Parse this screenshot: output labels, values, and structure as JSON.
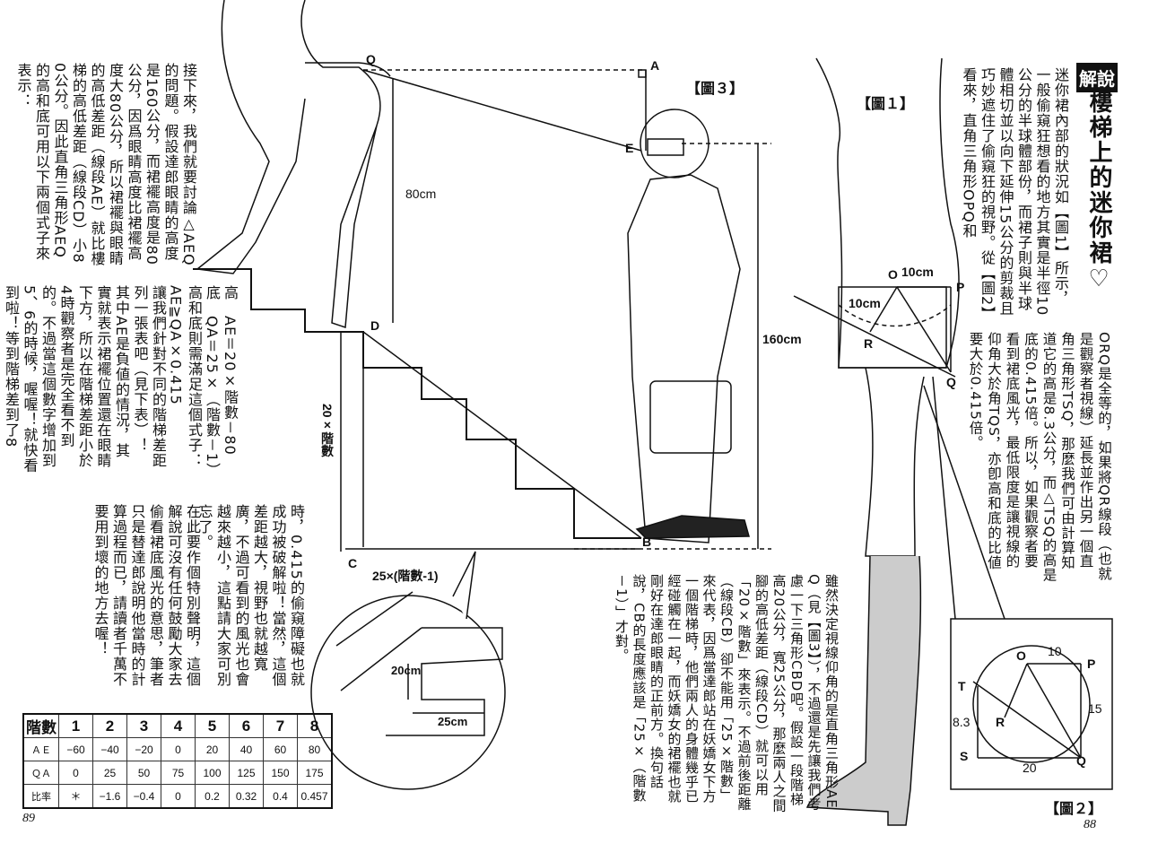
{
  "left_page": {
    "paragraph1": "接下來，我們就要討論△AEQ的問題。假設達郎眼睛的高度是160公分，而裙襬高度是80公分，因爲眼睛高度比裙襬高度大80公分，所以裙襬與眼睛的高低差距（線段AE）就比樓梯的高低差距（線段CD）小80公分。因此直角三角形AEQ的高和底可用以下兩個式子來表示：",
    "formula1": "高　AE＝20×階數－80",
    "formula2": "底　QA＝25×（階數－1）",
    "paragraph2": "高和底則需滿足這個式子：AE≧QA×0.415",
    "paragraph3": "讓我們針對不同的階梯差距列一張表吧（見下表）！",
    "paragraph4": "其中AE是負値的情況，其實就表示裙襬位置還在眼睛下方，所以在階梯差距小於4時觀察者是完全看不到的。不過當這個數字增加到5、6的時候，喔喔！就快看到啦！等到階梯差到了8",
    "paragraph5": "時，0.415的偷窺障礙也就成功被破解啦！當然，這個差距越大，視野也就越寬廣，不過可看到的風光也會越來越小，這點請大家可別忘了。",
    "paragraph6": "在此要作個特別聲明，這個解說可沒有任何鼓勵大家去偷看裙底風光的意思，筆者只是替達郎說明他當時的計算過程而已，請讀者千萬不要用到壞的地方去喔！",
    "table": {
      "headers": [
        "階數",
        "1",
        "2",
        "3",
        "4",
        "5",
        "6",
        "7",
        "8"
      ],
      "rows": [
        [
          "ＡＥ",
          "−60",
          "−40",
          "−20",
          "0",
          "20",
          "40",
          "60",
          "80"
        ],
        [
          "ＱＡ",
          "0",
          "25",
          "50",
          "75",
          "100",
          "125",
          "150",
          "175"
        ],
        [
          "比率",
          "＊",
          "−1.6",
          "−0.4",
          "0",
          "0.2",
          "0.32",
          "0.4",
          "0.457"
        ]
      ]
    },
    "page_number": "89"
  },
  "figure3": {
    "label": "【圖３】",
    "points": {
      "Q": "Q",
      "A": "A",
      "E": "E",
      "D": "D",
      "C": "C",
      "B": "B"
    },
    "dim_80": "80cm",
    "dim_160": "160cm",
    "dim_height": "20×階數",
    "dim_width": "25×(階數-1)",
    "inset_height": "20cm",
    "inset_width": "25cm"
  },
  "right_page": {
    "badge": "解說",
    "title": "樓梯上的迷你裙♡",
    "paragraph1": "迷你裙內部的狀況如【圖1】所示，一般偷窺狂想看的地方其實是半徑10公分的半球體部份，而裙子則與半球體相切並以向下延伸15公分的剪裁且巧妙遮住了偷窺狂的視野。從【圖2】看來，直角三角形OPQ和",
    "paragraph2": "ORQ是全等的，如果將QR線段（也就是觀察者視線）延長並作出另一個直角三角形TSQ，那麼我們可由計算知道它的高是8.3公分，而△TSQ的高是底的0.415倍。所以，如果觀察者要看到裙底風光，最低限度是讓視線的仰角大於角TQS，亦卽高和底的比値要大於0.415倍。",
    "paragraph3": "雖然決定視線仰角的是直角三角形AEQ（見【圖3】），不過還是先讓我們考慮一下三角形CBD吧。假設一段階梯高20公分，寬25公分，那麼兩人之間腳的高低差距（線段CD）就可以用「20×階數」來表示。不過前後距離（線段CB）卻不能用「25×階數」來代表，因爲當達郎站在妖嬌女下方一個階梯時，他們兩人的身體幾乎已經碰觸在一起，而妖嬌女的裙襬也就剛好在達郎眼睛的正前方。換句話說，CB的長度應該是「25×（階數－1）」才對。",
    "page_number": "88"
  },
  "figure1": {
    "label": "【圖１】",
    "points": {
      "O": "O",
      "P": "P",
      "R": "R",
      "Q": "Q"
    },
    "radius_top": "10cm",
    "radius_left": "10cm"
  },
  "figure2": {
    "label": "【圖２】",
    "points": {
      "T": "T",
      "O": "O",
      "P": "P",
      "R": "R",
      "S": "S",
      "Q": "Q"
    },
    "len_op": "10",
    "len_pq": "15",
    "len_ts": "8.3",
    "len_sq": "20"
  }
}
